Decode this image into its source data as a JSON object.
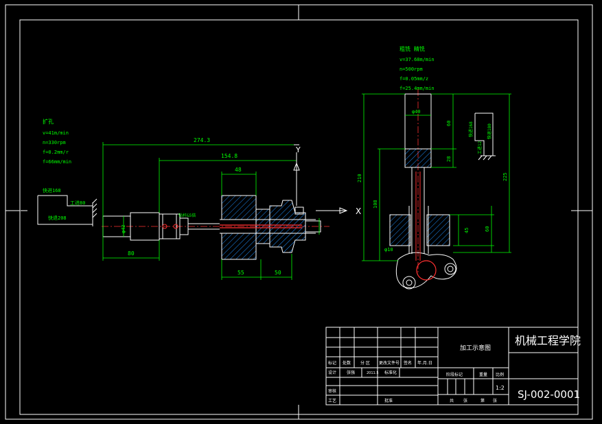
{
  "colors": {
    "background": "#000000",
    "outline": "#ffffff",
    "dimension": "#00ff00",
    "hatch": "#1e90ff",
    "part": "#ff3030",
    "axis": "#ff3030"
  },
  "left_process": {
    "title": "扩孔",
    "params": [
      "v=41m/min",
      "n=330rpm",
      "f=0.2mm/r",
      "f=66mm/min"
    ]
  },
  "right_process": {
    "title": "粗铣  精铣",
    "params": [
      "v=37.68m/min",
      "n=500rpm",
      "f=0.05mm/z",
      "f=25.4mm/min"
    ]
  },
  "motion_left": {
    "fast_in": "快进168",
    "work_in": "工进80",
    "fast_back": "快退208"
  },
  "motion_right": {
    "fast_in": "快进168",
    "work_in": "工进12",
    "fast_back": "快退180"
  },
  "dims_left": {
    "total": "274.3",
    "second": "154.8",
    "d48": "48",
    "d80": "80",
    "d55": "55",
    "d50": "50",
    "phi42": "φ42",
    "drill_label": "钻杆&5倍"
  },
  "dims_right": {
    "phi40": "φ40",
    "d60": "60",
    "d28": "28",
    "d210": "210",
    "d108": "108",
    "d225": "225",
    "d45": "45",
    "d60b": "60",
    "phi10": "φ10"
  },
  "axes": {
    "y": "Y",
    "x": "X"
  },
  "title_block": {
    "drawing_name": "加工示意图",
    "school": "机械工程学院",
    "drawing_no": "SJ-002-0001",
    "scale": "1:2",
    "row_labels": [
      "标记",
      "处数",
      "分 区",
      "更改文件号",
      "签名",
      "年.月.日"
    ],
    "design_row": [
      "设计",
      "张强",
      "2011.5",
      "标准化"
    ],
    "check": "审核",
    "process": "工艺",
    "approve": "批准",
    "stage_headers": [
      "阶段标记",
      "重量",
      "比例"
    ],
    "sheet": [
      "共",
      "张",
      "第",
      "张"
    ]
  }
}
